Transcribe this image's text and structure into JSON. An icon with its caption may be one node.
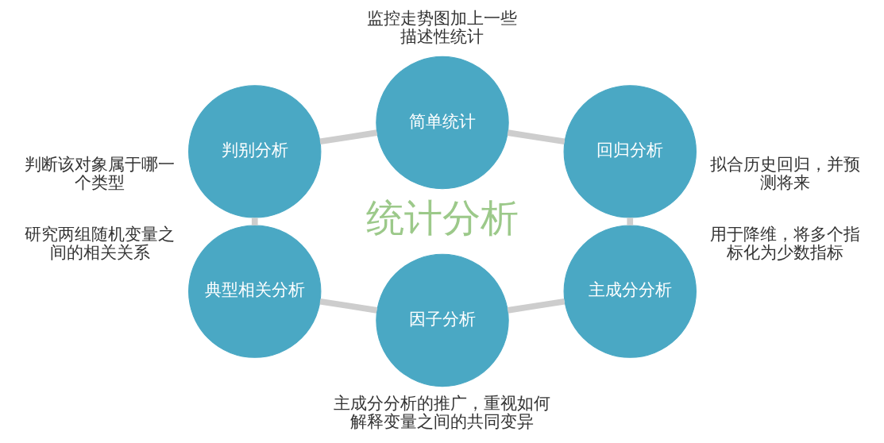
{
  "diagram": {
    "nodes": [
      {
        "text": [
          "简单统计"
        ],
        "beside": [
          "监控走势图加上一些描述性统计"
        ]
      },
      {
        "text": [
          "判别分析"
        ],
        "beside": [
          "判断该对象属于哪一个类型"
        ]
      },
      {
        "text": [
          "回归分析"
        ],
        "beside": [
          "拟合历史回归，并预测将来"
        ]
      },
      {
        "text": [
          "典型相关分析"
        ],
        "beside": [
          "研究两组随机变量之间的相关关系"
        ]
      },
      {
        "text": [
          "主成分分析"
        ],
        "beside": [
          "用于降维，将多个指标化为少数指标"
        ]
      },
      {
        "text": [
          "因子分析"
        ],
        "beside": [
          "主成分分析的推广，重视如何解释变量之间的共同变异"
        ]
      }
    ],
    "edges": [
      {
        "from": 0,
        "to": 2,
        "arrow": "none"
      },
      {
        "from": 2,
        "to": 4,
        "arrow": "none"
      },
      {
        "from": 5,
        "to": 4,
        "arrow": "none"
      },
      {
        "from": 3,
        "to": 5,
        "arrow": "none"
      },
      {
        "from": 1,
        "to": 3,
        "arrow": "none"
      },
      {
        "from": 1,
        "to": 0,
        "arrow": "none"
      }
    ],
    "labels": [
      "统计分析"
    ]
  }
}
